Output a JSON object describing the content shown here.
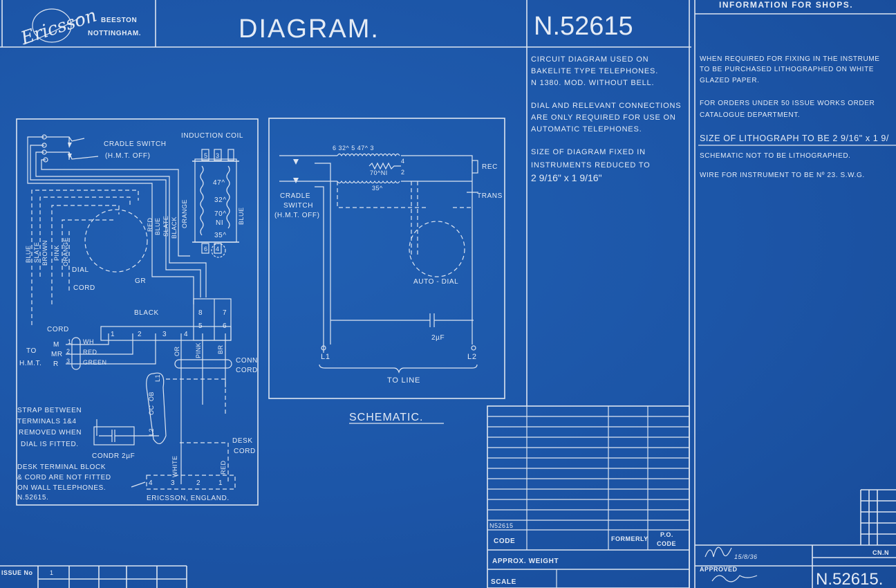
{
  "header": {
    "logo": "Ericsson",
    "location": [
      "BEESTON",
      "NOTTINGHAM."
    ],
    "title": "DIAGRAM.",
    "drawing_number": "N.52615"
  },
  "notes": [
    "CIRCUIT DIAGRAM USED ON",
    "BAKELITE TYPE TELEPHONES.",
    "N 1380. MOD. WITHOUT BELL.",
    "DIAL AND RELEVANT CONNECTIONS",
    "ARE ONLY REQUIRED FOR USE ON",
    "AUTOMATIC TELEPHONES.",
    "SIZE OF DIAGRAM FIXED IN",
    "INSTRUMENTS REDUCED TO",
    "2 9/16\" x 1 9/16\""
  ],
  "info_for_shops": {
    "title": "INFORMATION FOR SHOPS.",
    "lines": [
      "WHEN REQUIRED FOR FIXING IN THE INSTRUME",
      "TO BE PURCHASED LITHOGRAPHED ON WHITE",
      "GLAZED PAPER.",
      "FOR ORDERS UNDER 50 ISSUE WORKS ORDER",
      "CATALOGUE DEPARTMENT.",
      "SIZE OF LITHOGRAPH TO BE 2 9/16\" x 1 9/",
      "SCHEMATIC NOT TO BE LITHOGRAPHED.",
      "WIRE FOR INSTRUMENT TO BE Nº 23. S.W.G."
    ]
  },
  "wiring": {
    "cradle_switch": [
      "CRADLE SWITCH",
      "(H.M.T. OFF)"
    ],
    "induction_coil": "INDUCTION COIL",
    "coil_terminals": [
      "5",
      "3",
      "6",
      "4"
    ],
    "coil_values": [
      "47^",
      "32^",
      "70^",
      "NI",
      "35^"
    ],
    "wire_colors_right": [
      "RED",
      "BLUE",
      "SLATE",
      "BLACK",
      "ORANGE",
      "BLUE"
    ],
    "wire_colors_left": [
      "BLUE",
      "SLATE",
      "BROWN",
      "PINK",
      "ORANGE"
    ],
    "dial": "DIAL",
    "cord": "CORD",
    "gr": "GR",
    "black": "BLACK",
    "terminals": [
      "1",
      "2",
      "3",
      "4",
      "8",
      "5",
      "7",
      "6"
    ],
    "hmt_cord": "CORD",
    "hmt_pins": [
      "M",
      "MR",
      "R"
    ],
    "hmt_nums": [
      "1",
      "2",
      "3"
    ],
    "hmt_wires": [
      "WH",
      "RED",
      "GREEN"
    ],
    "to_hmt": [
      "TO",
      "H.M.T."
    ],
    "lower_wires": [
      "OR",
      "PINK",
      "BR"
    ],
    "conn_cord": [
      "CONN",
      "CORD"
    ],
    "cord_pins": [
      "L1",
      "OB",
      "OC",
      "L2"
    ],
    "strap_note": [
      "STRAP BETWEEN",
      "TERMINALS 1&4",
      "REMOVED WHEN",
      "DIAL IS FITTED."
    ],
    "condenser": "CONDR 2µF",
    "desk_cord": [
      "DESK",
      "CORD"
    ],
    "desk_wires": [
      "WHITE",
      "RED"
    ],
    "desk_note": [
      "DESK TERMINAL BLOCK",
      "& CORD ARE NOT FITTED",
      "ON WALL TELEPHONES.",
      "N.52615."
    ],
    "desk_terminals": [
      "4",
      "3",
      "2",
      "1"
    ],
    "maker": "ERICSSON, ENGLAND."
  },
  "schematic": {
    "coil_top": "6  32^  5   47^  3",
    "coil_mid": [
      "4",
      "70^NI",
      "2"
    ],
    "coil_bottom": "35^",
    "rec": "REC",
    "trans": "TRANS",
    "cradle": [
      "CRADLE",
      "SWITCH",
      "(H.M.T. OFF)"
    ],
    "auto_dial": "AUTO - DIAL",
    "capacitor": "2µF",
    "l1": "L1",
    "l2": "L2",
    "to_line": "TO LINE",
    "caption": "SCHEMATIC."
  },
  "title_block": {
    "code_number": "N52615",
    "code": "CODE",
    "formerly": "FORMERLY",
    "po_code": [
      "P.O.",
      "CODE"
    ],
    "approx_weight": "APPROX. WEIGHT",
    "scale": "SCALE",
    "issue_no": "ISSUE No",
    "issue_value": "1",
    "approved": "APPROVED",
    "cn": "CN.N",
    "date_note": "15/8/36",
    "drawing_number": "N.52615."
  }
}
